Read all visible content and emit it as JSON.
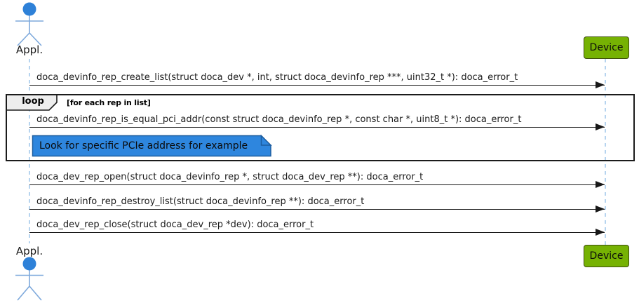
{
  "diagram": {
    "kind": "uml-sequence-diagram"
  },
  "actors": {
    "appl_top": {
      "label": "Appl."
    },
    "appl_bottom": {
      "label": "Appl."
    },
    "device_top": {
      "label": "Device"
    },
    "device_bottom": {
      "label": "Device"
    }
  },
  "messages": [
    {
      "from": "Appl.",
      "to": "Device",
      "text": "doca_devinfo_rep_create_list(struct doca_dev *, int, struct doca_devinfo_rep ***, uint32_t *): doca_error_t"
    },
    {
      "from": "Appl.",
      "to": "Device",
      "text": "doca_devinfo_rep_is_equal_pci_addr(const struct doca_devinfo_rep *, const char *, uint8_t *): doca_error_t"
    },
    {
      "from": "Appl.",
      "to": "Device",
      "text": "doca_dev_rep_open(struct doca_devinfo_rep *, struct doca_dev_rep **): doca_error_t"
    },
    {
      "from": "Appl.",
      "to": "Device",
      "text": "doca_devinfo_rep_destroy_list(struct doca_devinfo_rep **): doca_error_t"
    },
    {
      "from": "Appl.",
      "to": "Device",
      "text": "doca_dev_rep_close(struct doca_dev_rep *dev): doca_error_t"
    }
  ],
  "loop_frame": {
    "operator": "loop",
    "condition": "[for each rep in list]"
  },
  "note": {
    "text": "Look for specific PCIe address for example"
  },
  "colors": {
    "participant_fill": "#76b203",
    "participant_border": "#3d4d0d",
    "actor_head": "#2e81d8",
    "actor_limbs": "#7ea9dc",
    "lifeline": "#9dc5ea",
    "note_fill": "#2e86de",
    "note_border": "#1c5d9f",
    "frame_border": "#1b1b1b",
    "operator_tab_fill": "#eeeeee",
    "arrow": "#181818"
  }
}
